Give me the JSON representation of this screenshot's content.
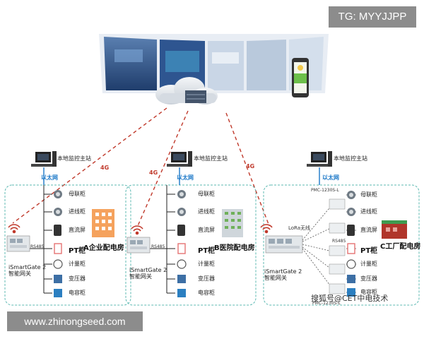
{
  "overlays": {
    "tg_badge": "TG: MYYJJPP",
    "site_url": "www.zhinongseed.com",
    "watermark": "搜狐号@CET中电技术"
  },
  "network": {
    "four_g": "4G",
    "ethernet": "以太网",
    "local_station": "本地监控主站",
    "rs485": "RS485",
    "lora": "LoRa无线"
  },
  "cabinets": {
    "bus_tie": "母联柜",
    "incoming": "进线柜",
    "dc_screen": "直流屏",
    "pt": "PT柜",
    "metering": "计量柜",
    "transformer": "变压器",
    "capacitor": "电容柜"
  },
  "gateway": {
    "line1": "iSmartGate 2",
    "line2": "智能网关"
  },
  "sites": {
    "a": "A企业配电房",
    "b": "B医院配电房",
    "c": "C工厂配电房"
  },
  "devices": {
    "pmc_top": "PMC-1230S-L",
    "pmc_bottom": "PMC-1230S-L"
  },
  "colors": {
    "ethernet_blue": "#1b78c8",
    "wireless_red": "#c0392b",
    "frame_teal": "#5cb8b2"
  }
}
